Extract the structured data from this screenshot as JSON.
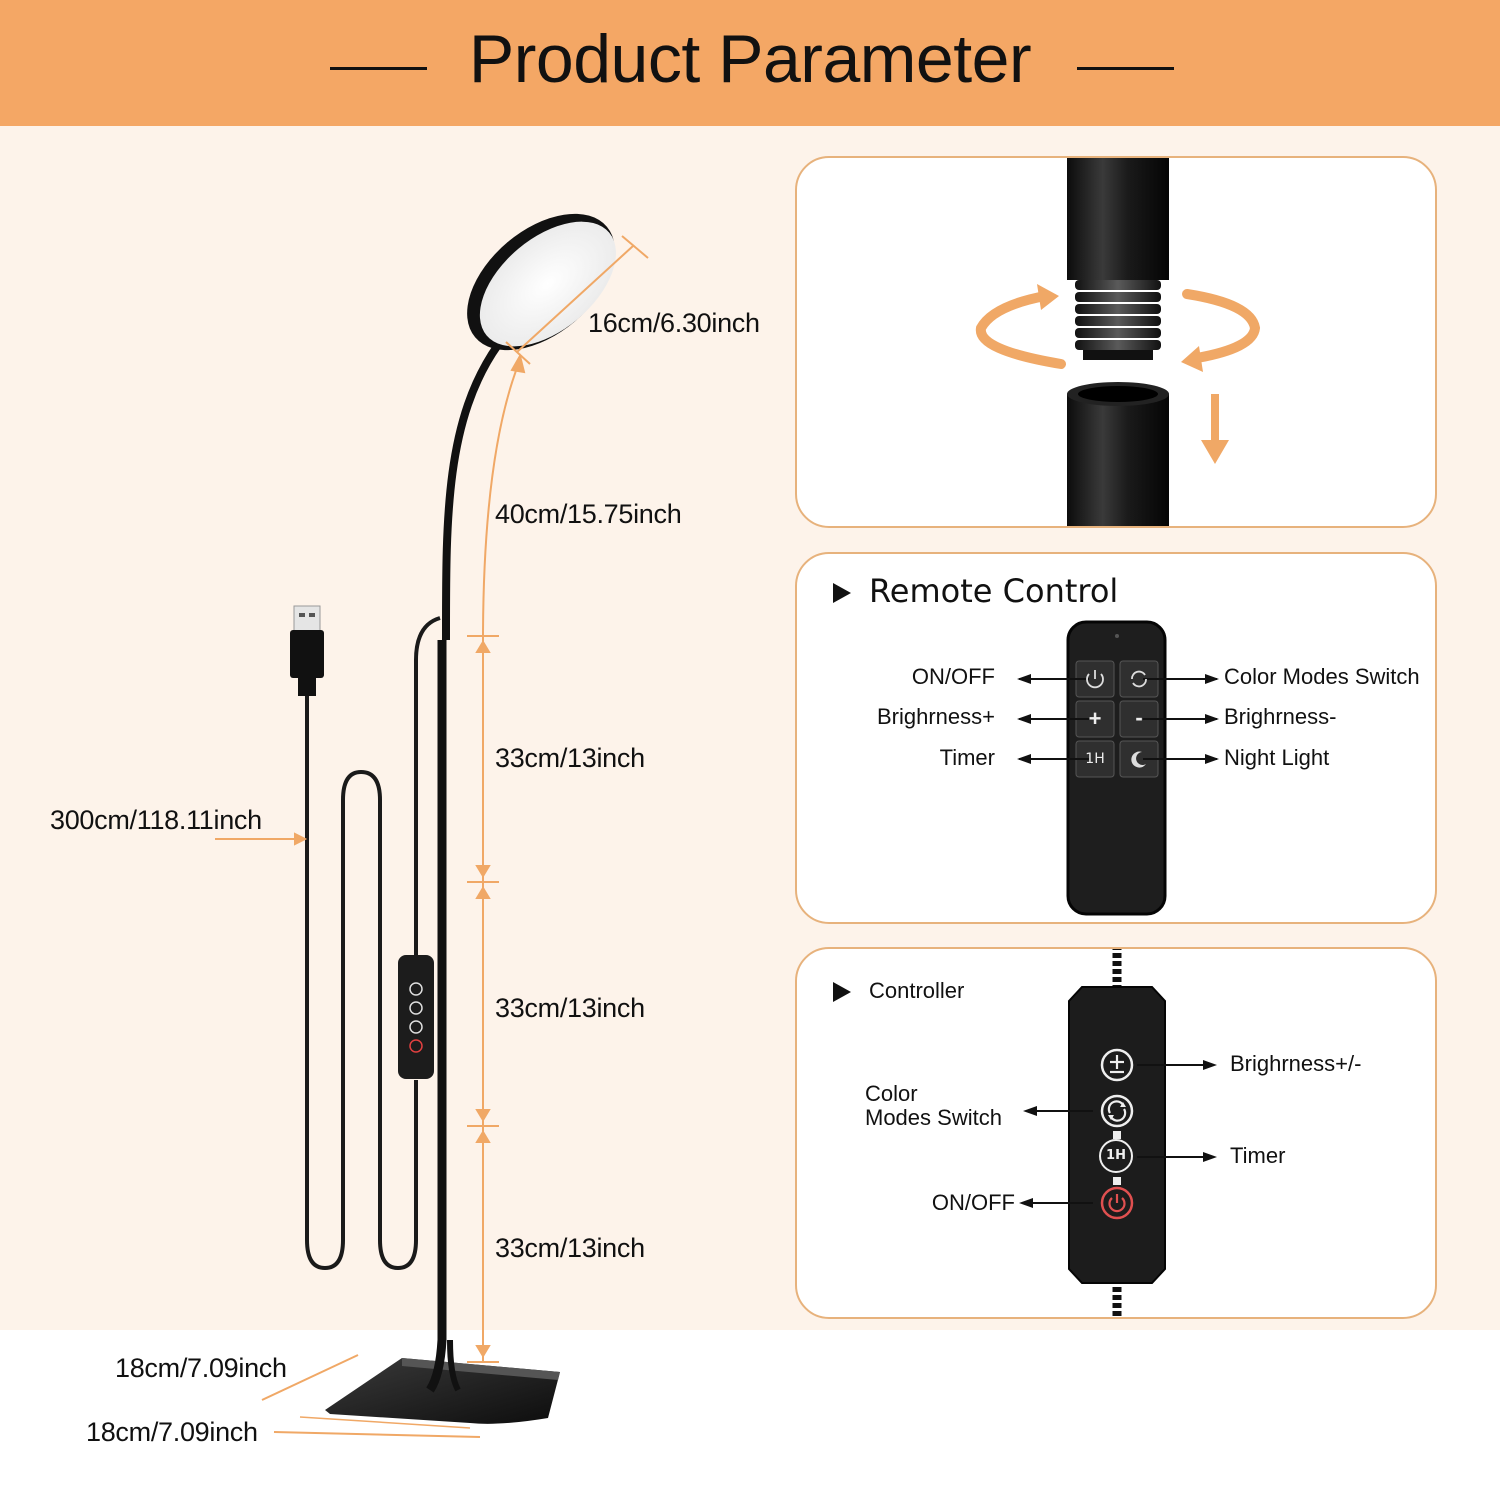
{
  "banner": {
    "title": "Product Parameter"
  },
  "dimensions": {
    "head_diameter": "16cm/6.30inch",
    "gooseneck": "40cm/15.75inch",
    "pole_segment_1": "33cm/13inch",
    "pole_segment_2": "33cm/13inch",
    "pole_segment_3": "33cm/13inch",
    "cable": "300cm/118.11inch",
    "base_depth": "18cm/7.09inch",
    "base_width": "18cm/7.09inch"
  },
  "remote": {
    "title": "Remote Control",
    "left_labels": [
      "ON/OFF",
      "Brighrness+",
      "Timer"
    ],
    "right_labels": [
      "Color Modes Switch",
      "Brighrness-",
      "Night Light"
    ],
    "buttons": [
      "power-icon",
      "cycle-icon",
      "+",
      "-",
      "1H",
      "moon-icon"
    ]
  },
  "controller": {
    "title": "Controller",
    "brightness": "Brighrness+/-",
    "color_modes_line1": "Color",
    "color_modes_line2": "Modes Switch",
    "timer": "Timer",
    "on_off": "ON/OFF",
    "timer_button": "1H"
  },
  "colors": {
    "banner": "#f4a765",
    "accent": "#f0a866",
    "panel_border": "#e7b27c",
    "device": "#1c1c1c"
  }
}
